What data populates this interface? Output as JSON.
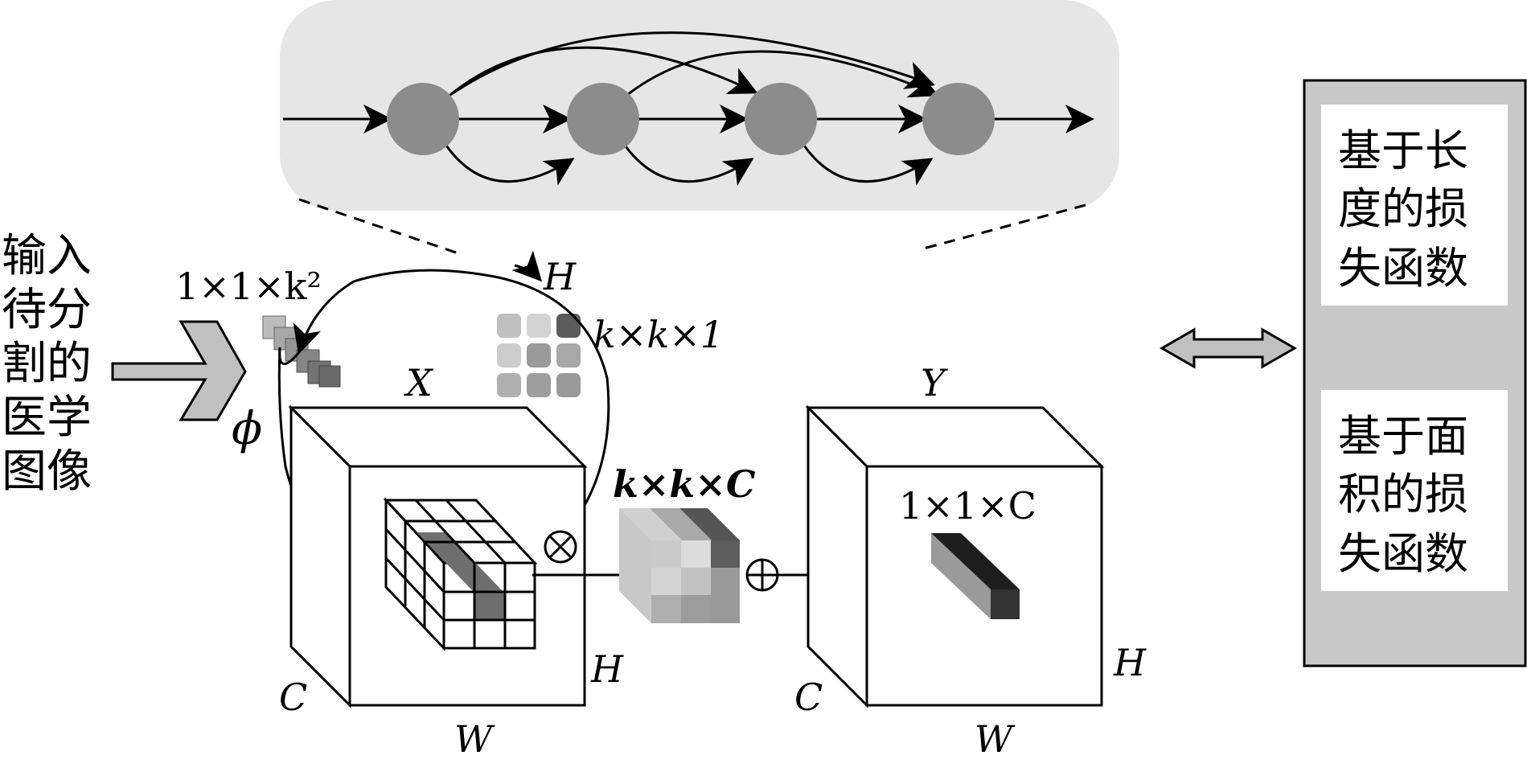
{
  "input_label": [
    "输入",
    "待分",
    "割的",
    "医学",
    "图像"
  ],
  "panel_box_1": [
    "基于长",
    "度的损",
    "失函数"
  ],
  "panel_box_2": [
    "基于面",
    "积的损",
    "失函数"
  ],
  "labels": {
    "kernel_1x1k2": "1×1×k²",
    "phi": "ϕ",
    "h_top": "H",
    "kxkx1": "k×k×1",
    "x_label": "X",
    "y_label": "Y",
    "kxkxc": "k×k×C",
    "c_left": "C",
    "w_left": "W",
    "h_left": "H",
    "out_1x1c": "1×1×C",
    "c_right": "C",
    "w_right": "W",
    "h_right": "H",
    "otimes": "⊗",
    "oplus": "⊕"
  },
  "colors": {
    "panel_bg": "#e6e6e6",
    "node": "#8c8c8c",
    "loss_panel": "#c8c8c8",
    "arrow_fill": "#c0c0c0"
  }
}
